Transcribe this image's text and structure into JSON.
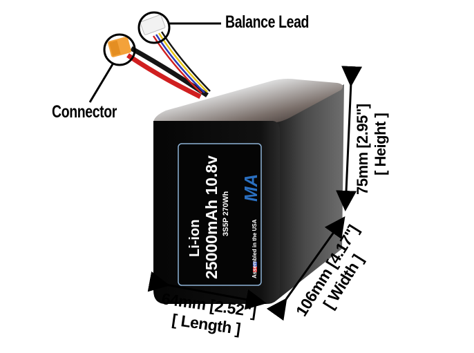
{
  "image": {
    "subject": "Li-ion battery pack product render",
    "callouts": {
      "balance_lead": "Balance Lead",
      "connector": "Connector"
    },
    "dimensions": {
      "length": {
        "value": "64mm [2.52\"]",
        "label": "[ Length ]"
      },
      "width": {
        "value": "106mm [4.17\"]",
        "label": "[ Width ]"
      },
      "height": {
        "value": "75mm [2.95\"]",
        "label": "[ Height ]"
      }
    },
    "battery_label": {
      "chemistry": "Li-ion",
      "capacity_voltage": "25000mAh 10.8v",
      "config_energy": "3S5P 270Wh",
      "assembled": "Assembled in the USA",
      "logo": "MA"
    },
    "colors": {
      "pack_body": "#0d0d0d",
      "label_border": "#8fb4d8",
      "logo_blue": "#2a6fc0",
      "connector_orange": "#f3a23a",
      "wire_red": "#d01f20",
      "wire_black": "#151515",
      "wire_yellow": "#e6c619",
      "wire_blue": "#2b39b5"
    }
  }
}
